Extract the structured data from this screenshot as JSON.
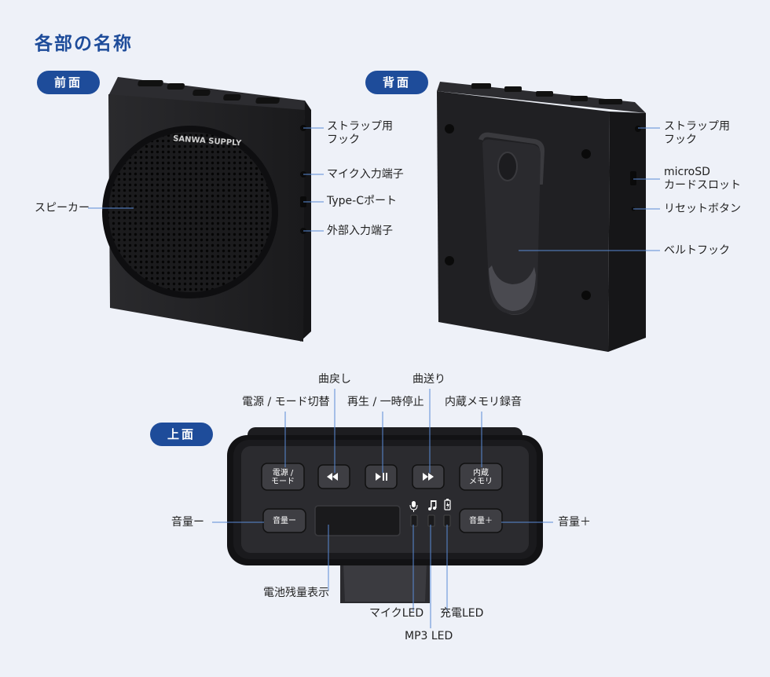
{
  "page": {
    "title": "各部の名称"
  },
  "sections": {
    "front": "前面",
    "back": "背面",
    "top": "上面"
  },
  "front_view": {
    "brand_logo": "SANWA SUPPLY",
    "labels": {
      "strap_hook": "ストラップ用\nフック",
      "mic_input": "マイク入力端子",
      "type_c": "Type-Cポート",
      "ext_input": "外部入力端子",
      "speaker": "スピーカー"
    }
  },
  "back_view": {
    "labels": {
      "strap_hook": "ストラップ用\nフック",
      "microsd": "microSD\nカードスロット",
      "reset": "リセットボタン",
      "belt_hook": "ベルトフック"
    }
  },
  "top_view": {
    "labels": {
      "rewind": "曲戻し",
      "forward": "曲送り",
      "power_mode": "電源 / モード切替",
      "play_pause": "再生 / 一時停止",
      "internal_record": "内蔵メモリ録音",
      "vol_down": "音量ー",
      "vol_up": "音量＋",
      "battery": "電池残量表示",
      "mic_led": "マイクLED",
      "charge_led": "充電LED",
      "mp3_led": "MP3 LED"
    },
    "buttons": {
      "power": "電源 /\nモード",
      "memory": "内蔵\nメモリ",
      "vol_down": "音量ー",
      "vol_up": "音量＋"
    },
    "icons": {
      "rewind": "rewind-icon",
      "play_pause": "play-pause-icon",
      "forward": "fast-forward-icon",
      "mic": "microphone-icon",
      "music": "music-note-icon",
      "battery": "battery-icon"
    }
  }
}
